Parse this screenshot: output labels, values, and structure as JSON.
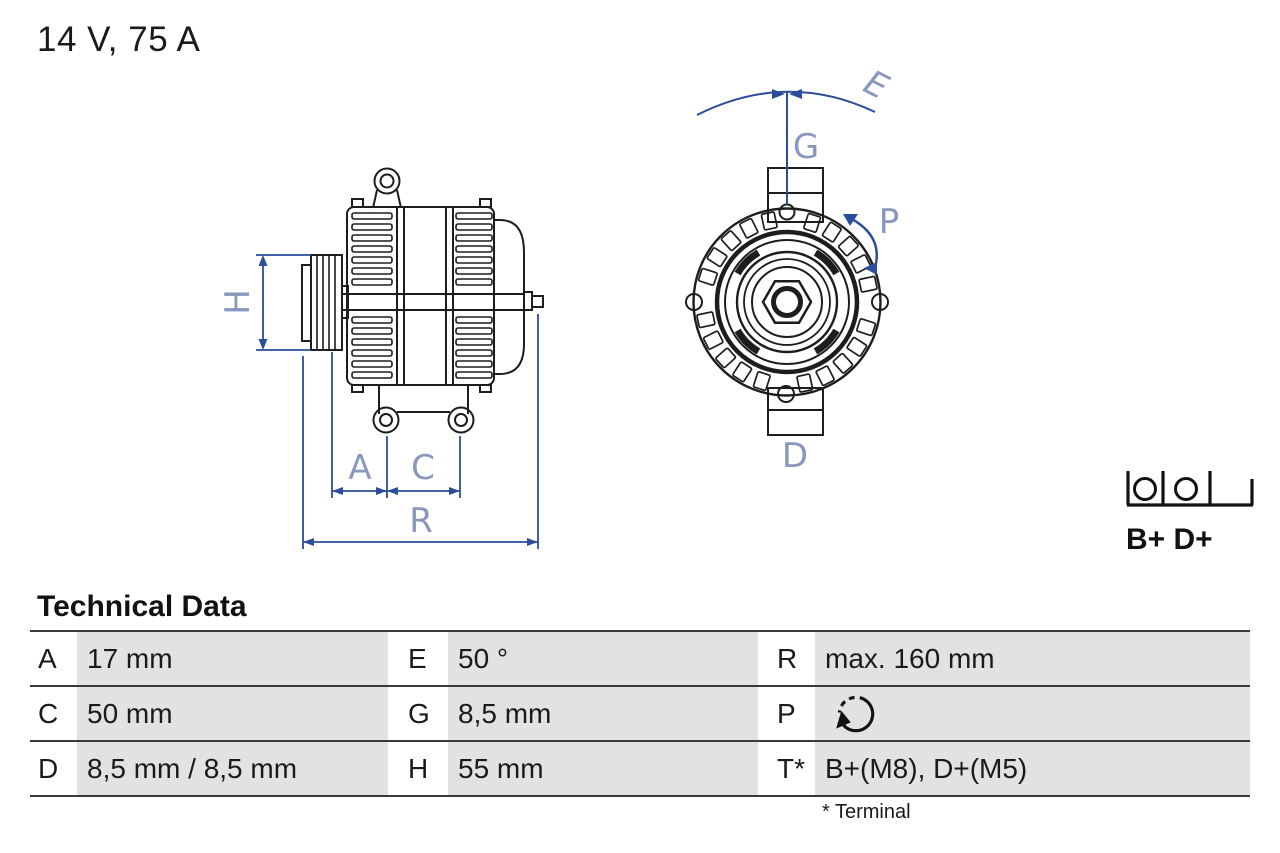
{
  "title": "14 V, 75 A",
  "diagram": {
    "side_view_labels": {
      "h": "H",
      "a": "A",
      "c": "C",
      "r": "R"
    },
    "front_view_labels": {
      "e": "E",
      "g": "G",
      "p": "P",
      "d": "D"
    },
    "terminal_label": "B+ D+"
  },
  "table": {
    "heading": "Technical Data",
    "footnote": "* Terminal",
    "rows": [
      [
        {
          "key": "A",
          "value": "17 mm"
        },
        {
          "key": "E",
          "value": "50 °"
        },
        {
          "key": "R",
          "value": "max. 160 mm"
        }
      ],
      [
        {
          "key": "C",
          "value": "50 mm"
        },
        {
          "key": "G",
          "value": "8,5 mm"
        },
        {
          "key": "P",
          "value": ""
        }
      ],
      [
        {
          "key": "D",
          "value": "8,5 mm / 8,5 mm"
        },
        {
          "key": "H",
          "value": "55 mm"
        },
        {
          "key": "T*",
          "value": "B+(M8), D+(M5)"
        }
      ]
    ]
  },
  "colors": {
    "dimension_blue": "#2b4d9b",
    "label_blue": "#8997bd",
    "ink": "#1a1a1a",
    "table_cell_gray": "#e2e2e2",
    "table_line": "#3a3a3a"
  }
}
